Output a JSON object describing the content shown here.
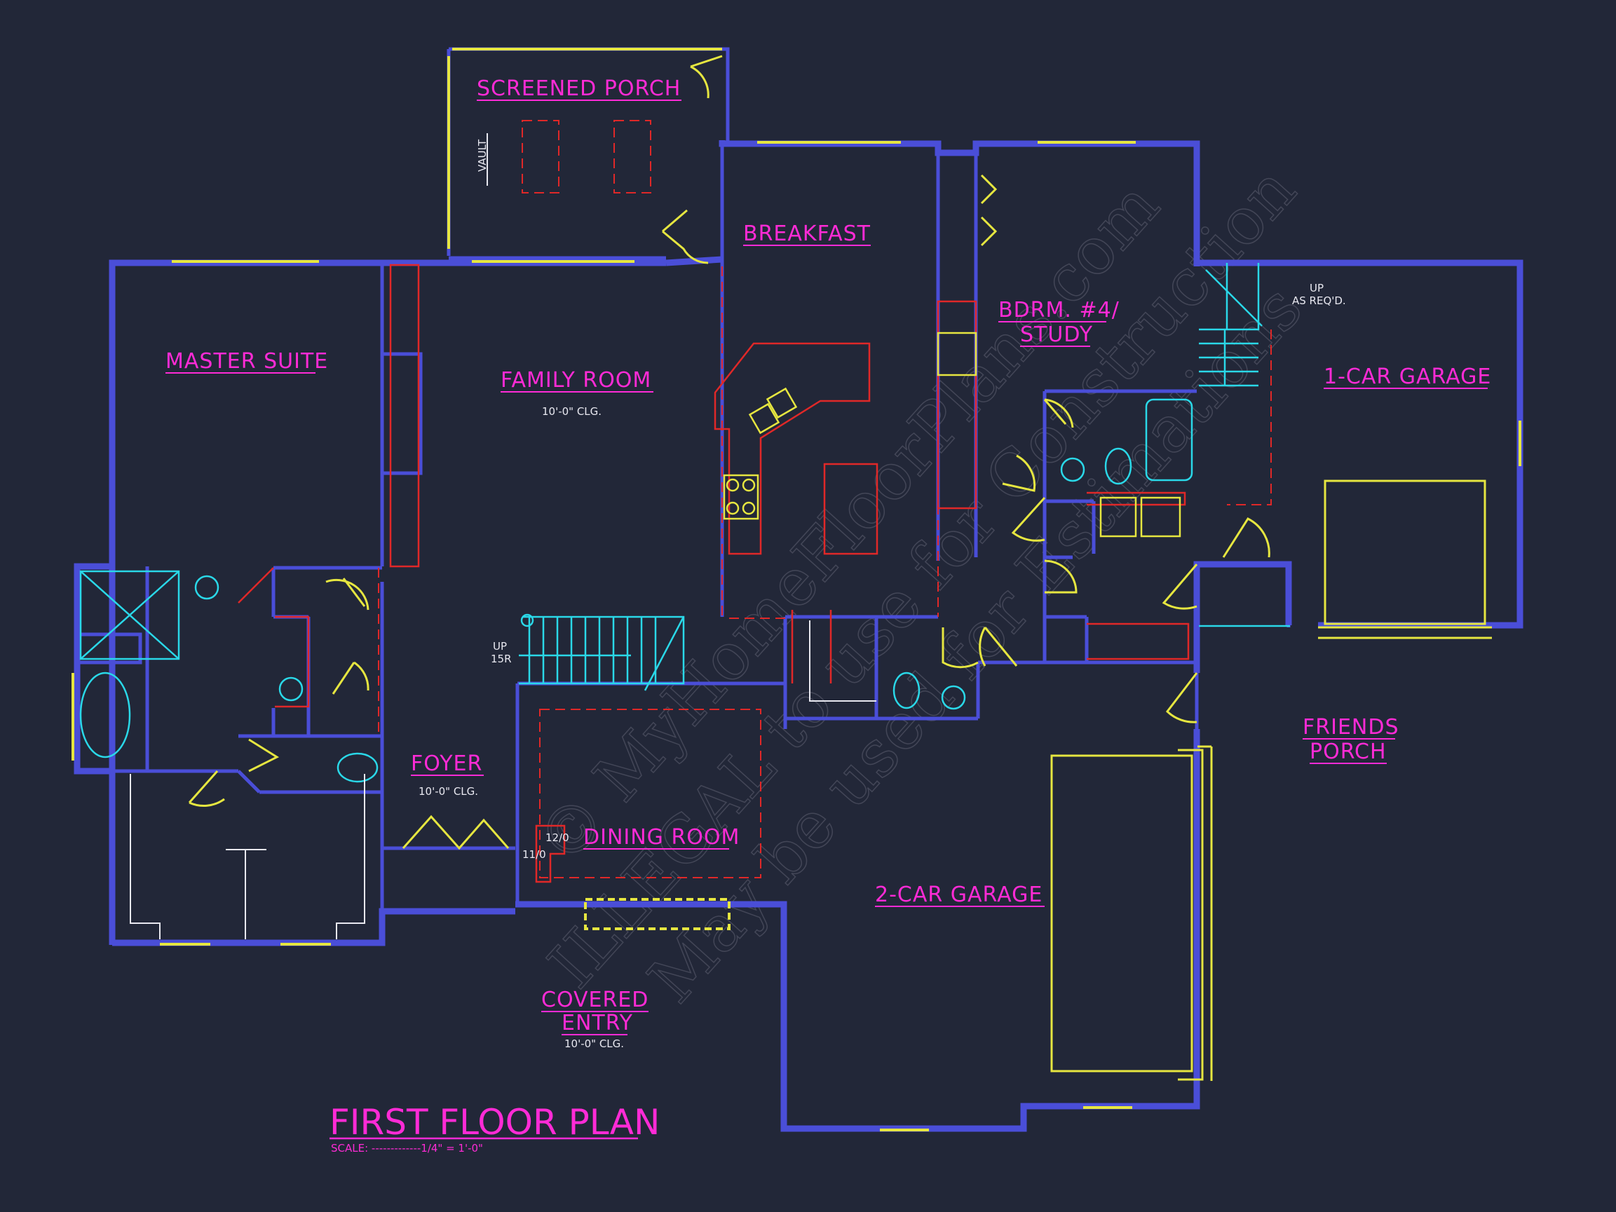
{
  "plan": {
    "title": "FIRST FLOOR PLAN",
    "scale": "SCALE: -------------1/4\" = 1'-0\""
  },
  "rooms": {
    "screened_porch": "SCREENED PORCH",
    "vault": "VAULT",
    "breakfast": "BREAKFAST",
    "master_suite": "MASTER SUITE",
    "family_room": "FAMILY ROOM",
    "family_room_clg": "10'-0\" CLG.",
    "bdrm_line1": "BDRM. #4/",
    "bdrm_line2": "STUDY",
    "stair_up_line1": "UP",
    "stair_up_line2": "AS REQ'D.",
    "one_car_garage": "1-CAR GARAGE",
    "foyer": "FOYER",
    "foyer_clg": "10'-0\" CLG.",
    "main_stair_up": "UP",
    "main_stair_risers": "15R",
    "dining_room": "DINING ROOM",
    "dining_dim_a": "12/0",
    "dining_dim_b": "11/0",
    "friends_porch_line1": "FRIENDS",
    "friends_porch_line2": "PORCH",
    "two_car_garage": "2-CAR GARAGE",
    "covered_entry_line1": "COVERED",
    "covered_entry_line2": "ENTRY",
    "covered_entry_clg": "10'-0\" CLG."
  },
  "watermark": {
    "line1": "© MyHomeFloorPlans.com",
    "line2": "ILLEGAL to use for Construction",
    "line3": "May be used for Estimations"
  },
  "colors": {
    "background": "#222738",
    "walls": "#4a4ed8",
    "labels": "#ff2bd6",
    "windows_doors": "#e6e640",
    "fixtures": "#2ad8e8",
    "cabinetry": "#e02828"
  }
}
